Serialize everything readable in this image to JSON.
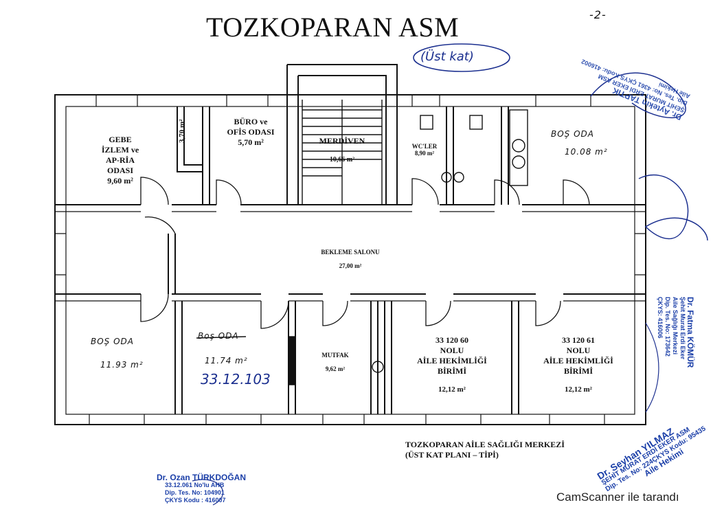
{
  "title": "TOZKOPARAN ASM",
  "page_number": "-2-",
  "floor_note": "(Üst kat)",
  "rooms": {
    "gebe": {
      "l1": "GEBE",
      "l2": "İZLEM ve",
      "l3": "AP-RİA",
      "l4": "ODASI",
      "area": "9,60 m²"
    },
    "gebe_dim": "3,70 m²",
    "buro": {
      "l1": "BÜRO ve",
      "l2": "OFİS ODASI",
      "area": "5,70 m²"
    },
    "merdiven": {
      "name": "MERDİVEN",
      "area": "10,66 m²"
    },
    "wc": {
      "name": "WC'LER",
      "area": "8,90 m²"
    },
    "bos_oda_right": {
      "name": "BOŞ ODA",
      "area": "10.08 m²"
    },
    "bekleme": {
      "name": "BEKLEME SALONU",
      "area": "27,00 m²"
    },
    "bos_oda_left": {
      "name": "BOŞ ODA",
      "area": "11.93 m²"
    },
    "bos_oda_mid": {
      "name_struck": "Boş ODA",
      "area": "11.74 m²",
      "code": "33.12.103"
    },
    "mutfak": {
      "name": "MUTFAK",
      "area": "9,62 m²"
    },
    "unit60": {
      "code": "33 120 60",
      "l2": "NOLU",
      "l3": "AİLE HEKİMLİĞİ",
      "l4": "BİRİMİ",
      "area": "12,12 m²"
    },
    "unit61": {
      "code": "33 120 61",
      "l2": "NOLU",
      "l3": "AİLE HEKİMLİĞİ",
      "l4": "BİRİMİ",
      "area": "12,12 m²"
    }
  },
  "caption": {
    "line1": "TOZKOPARAN AİLE SAĞLIĞI MERKEZİ",
    "line2": "(ÜST KAT PLANI – TİPİ)"
  },
  "stamps": {
    "ozan": {
      "name": "Dr. Ozan TÜRKDOĞAN",
      "l2": "33.12.061 No'lu AHB",
      "l3": "Dip. Tes. No: 104901",
      "l4": "ÇKYS Kodu : 416007"
    },
    "fatma": {
      "name": "Dr. Fatma KÖMÜR",
      "l2": "Şehit Murat Erdi Eker",
      "l3": "Aile Sağlığı Merkezi",
      "l4": "Dip. Tes. No: 173642",
      "l5": "ÇKYS: 416006"
    },
    "seyhan": {
      "name": "Dr. Seyhan YILMAZ",
      "l2": "ŞEHİT MURAT ERDİ EKER ASM",
      "l3": "Dip. Tes. No: 224ÇKYS Kodu: 95435",
      "l4": "Aile Hekimi"
    },
    "aytekin": {
      "name": "Dr. Aytekin TAPTIK",
      "l2": "ŞEHİT MURAT ERDİ EKER ASM",
      "l3": "Dip. Tes. No: 4361 ÇKYS Kodu: 416002",
      "l4": "Aile Hekimi"
    }
  },
  "footer": "CamScanner ile tarandı",
  "colors": {
    "ink": "#111111",
    "stamp_blue": "#1b3fa8",
    "pen_blue": "#1b2f8f"
  }
}
